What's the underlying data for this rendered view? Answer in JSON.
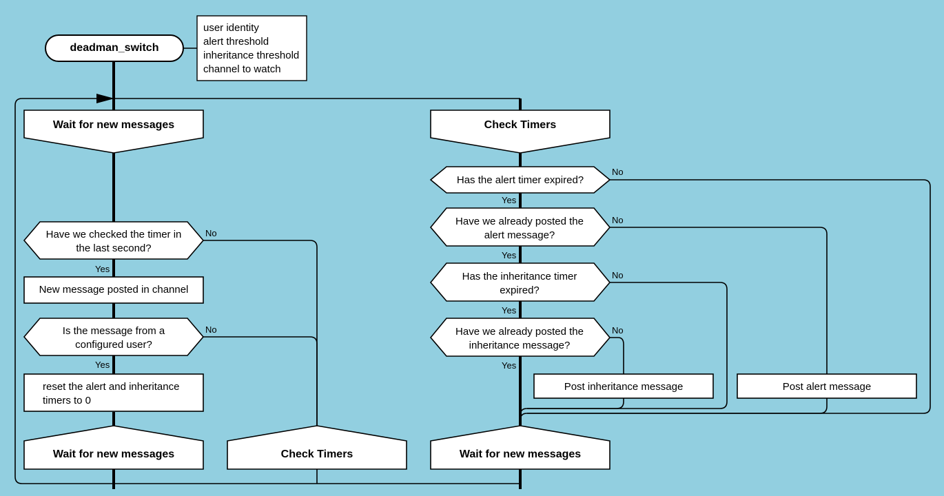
{
  "diagram": {
    "title": "deadman_switch",
    "background_color": "#92cfe0",
    "node_fill": "#ffffff",
    "stroke_color": "#000000",
    "start": {
      "label": "deadman_switch",
      "shape": "stadium"
    },
    "note": {
      "lines": "user identity\nalert threshold\ninheritance threshold\nchannel to watch",
      "shape": "note-box"
    },
    "left_branch": {
      "header": "Wait for new messages",
      "decision_1": "Have we checked the timer in the last second?",
      "decision_1_yes": "Yes",
      "decision_1_no": "No",
      "action_1": "New message posted in channel",
      "decision_2": "Is the message from a configured user?",
      "decision_2_yes": "Yes",
      "decision_2_no": "No",
      "action_2": "reset the alert and inheritance timers to 0",
      "end_yes": "Wait for new messages",
      "end_no": "Check Timers"
    },
    "right_branch": {
      "header": "Check Timers",
      "decision_1": "Has the alert timer expired?",
      "decision_1_yes": "Yes",
      "decision_1_no": "No",
      "decision_2": "Have we already posted the alert message?",
      "decision_2_yes": "Yes",
      "decision_2_no": "No",
      "decision_3": "Has the inheritance timer expired?",
      "decision_3_yes": "Yes",
      "decision_3_no": "No",
      "decision_4": "Have we already posted the inheritance message?",
      "decision_4_yes": "Yes",
      "decision_4_no": "No",
      "action_inheritance": "Post inheritance message",
      "action_alert": "Post alert message",
      "end": "Wait for new messages"
    }
  }
}
